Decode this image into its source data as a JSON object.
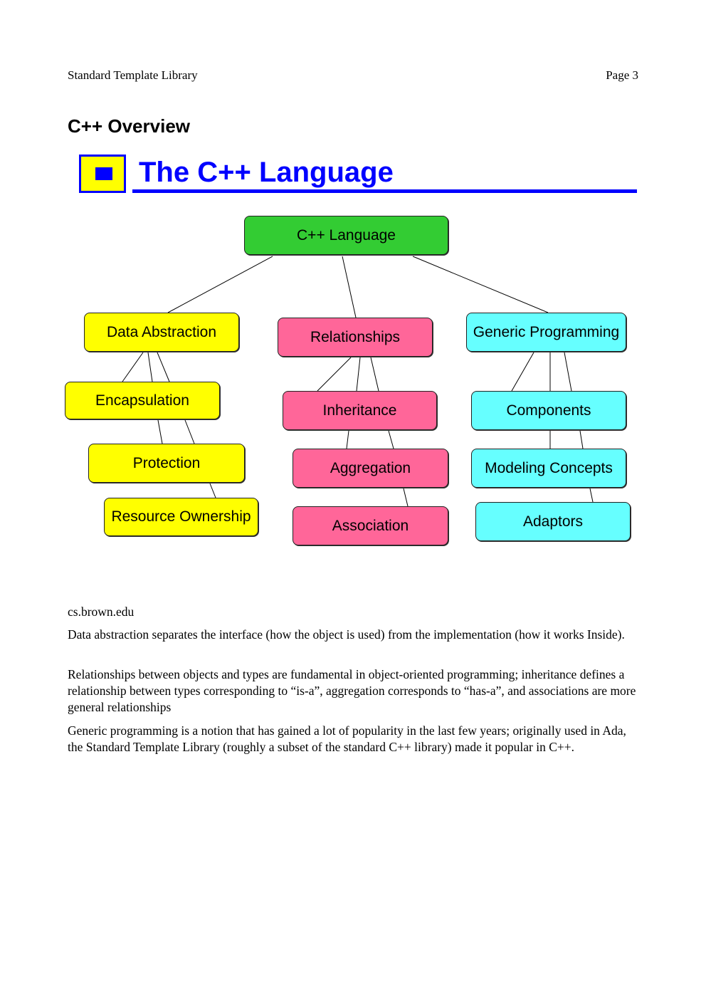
{
  "header": {
    "left": "Standard Template Library",
    "right": "Page 3"
  },
  "section_title": "C++ Overview",
  "slide_title": "The C++ Language",
  "diagram": {
    "root": "C++ Language",
    "data_abstraction": {
      "label": "Data Abstraction",
      "children": [
        "Encapsulation",
        "Protection",
        "Resource Ownership"
      ]
    },
    "relationships": {
      "label": "Relationships",
      "children": [
        "Inheritance",
        "Aggregation",
        "Association"
      ]
    },
    "generic_programming": {
      "label": "Generic Programming",
      "children": [
        "Components",
        "Modeling Concepts",
        "Adaptors"
      ]
    },
    "colors": {
      "root": "#33cc33",
      "data_abstraction": "#ffff00",
      "relationships": "#ff6699",
      "generic_programming": "#66ffff"
    }
  },
  "source": "cs.brown.edu",
  "paragraphs": [
    "Data abstraction separates the interface (how the object is used) from the implementation (how it works Inside).",
    "Relationships between objects and types are fundamental in object-oriented programming; inheritance defines a relationship between types corresponding to “is-a”, aggregation corresponds to “has-a”, and associations are more general relationships",
    "Generic programming is a notion that has gained a lot of popularity in the last few years; originally used in Ada, the Standard Template Library (roughly a subset of the standard C++ library) made it popular in C++."
  ]
}
